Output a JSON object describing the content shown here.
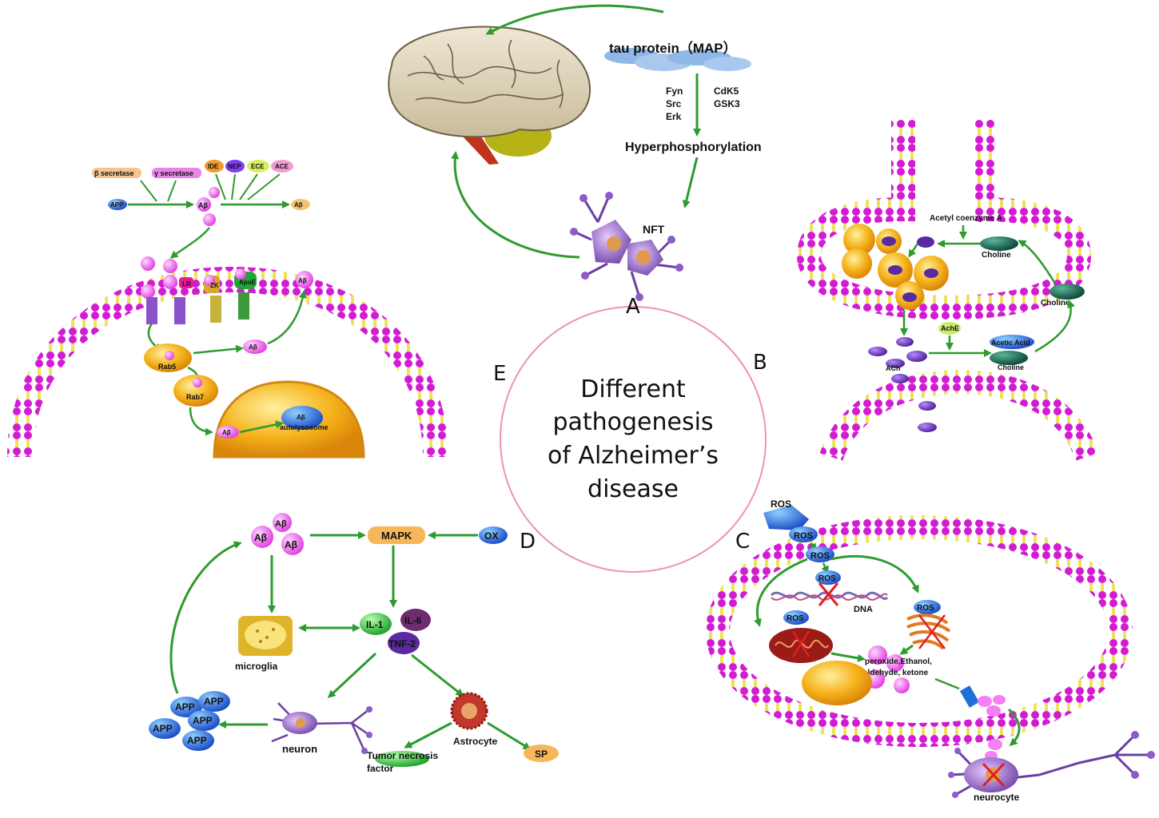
{
  "center": {
    "lines": [
      "Different",
      "pathogenesis",
      "of Alzheimer’s",
      "disease"
    ]
  },
  "panels": {
    "A": "A",
    "B": "B",
    "C": "C",
    "D": "D",
    "E": "E"
  },
  "colors": {
    "arrow": "#2e9b2e",
    "membrane": "#d21bd2",
    "membrane_inner": "#f4ee6a",
    "center_ring": "#ee8fc0"
  },
  "panel_a": {
    "tau": "tau protein（MAP）",
    "kinases_left": [
      "Fyn",
      "Src",
      "Erk"
    ],
    "kinases_right": [
      "CdK5",
      "GSK3"
    ],
    "hyper": "Hyperphosphorylation",
    "nft": "NFT"
  },
  "panel_b": {
    "acetyl": "Acetyl coenzyme A",
    "choline_top": "Choline",
    "choline_right": "Choline",
    "ach": "ACh",
    "ache": "AchE",
    "acetic": "Acetic Acid",
    "choline_bottom": "Choline"
  },
  "panel_c": {
    "ros": "ROS",
    "dna": "DNA",
    "products": [
      "peroxide,Ethanol,",
      "aldehyde, ketone"
    ],
    "neurocyte": "neurocyte"
  },
  "panel_d": {
    "ab": "Aβ",
    "mapk": "MAPK",
    "ox": "OX",
    "il1": "IL-1",
    "il6": "IL-6",
    "tnf": "TNF-2",
    "microglia": "microglia",
    "neuron": "neuron",
    "app": "APP",
    "astrocyte": "Astrocyte",
    "sp": "SP",
    "tnf_factor": [
      "Tumor necrosis",
      "factor"
    ]
  },
  "panel_e": {
    "beta_secretase": "β secretase",
    "gamma_secretase": "γ secretase",
    "enzymes": [
      "IDE",
      "NEP",
      "ECE",
      "ACE"
    ],
    "app": "APP",
    "ab": "Aβ",
    "receptors": [
      "LR",
      "ZK",
      "ApoE"
    ],
    "rab5": "Rab5",
    "rab7": "Rab7",
    "autolysosome": "autolysosome"
  }
}
